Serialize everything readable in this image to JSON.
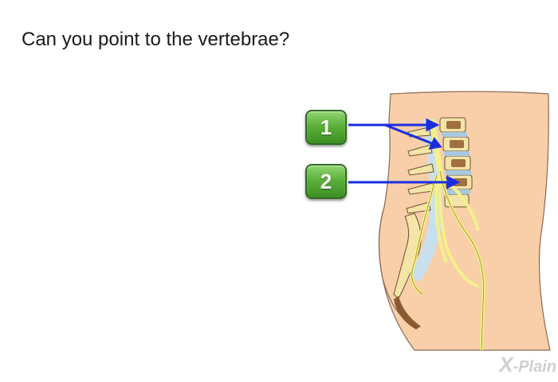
{
  "question": "Can you point to the vertebrae?",
  "choices": [
    {
      "label": "1"
    },
    {
      "label": "2"
    }
  ],
  "watermark": {
    "prefix": "X",
    "text": "-Plain"
  },
  "colors": {
    "button_green": "#5cb03a",
    "arrow_blue": "#1a2ee0",
    "skin": "#f8cfa9",
    "bone": "#f5e4a8",
    "disc": "#a8c8e0",
    "nerve": "#f4f08a"
  },
  "illustration": {
    "subject": "lower-spine-cutaway"
  }
}
